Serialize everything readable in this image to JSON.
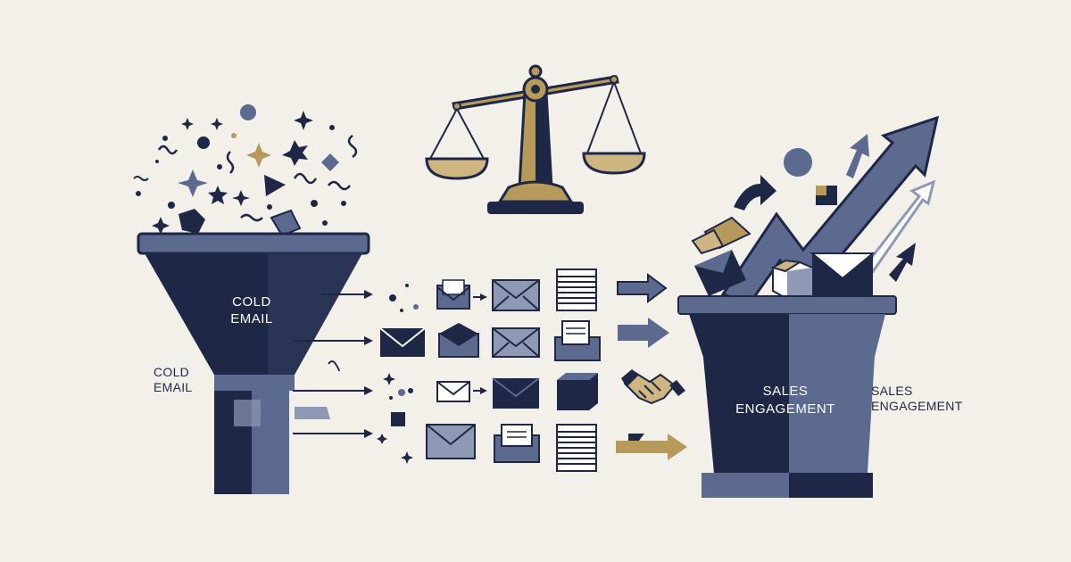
{
  "labels": {
    "funnel_line1": "COLD",
    "funnel_line2": "EMAIL",
    "side_left_line1": "COLD",
    "side_left_line2": "EMAIL",
    "podium_line1": "SALES",
    "podium_line2": "ENGAGEMENT",
    "side_right_line1": "SALES",
    "side_right_line2": "ENGAGEMENT"
  },
  "colors": {
    "background": "#f3f0ea",
    "navy": "#1e2846",
    "slate": "#5b6a8e",
    "light_slate": "#8e99b3",
    "gold": "#b79a5b",
    "gold_light": "#cfb57f",
    "white": "#ffffff"
  },
  "icons": [
    "scale-icon",
    "funnel-icon",
    "podium-icon",
    "envelope-icon",
    "document-stack-icon",
    "handshake-icon",
    "arrow-right-icon",
    "growth-arrow-icon"
  ]
}
